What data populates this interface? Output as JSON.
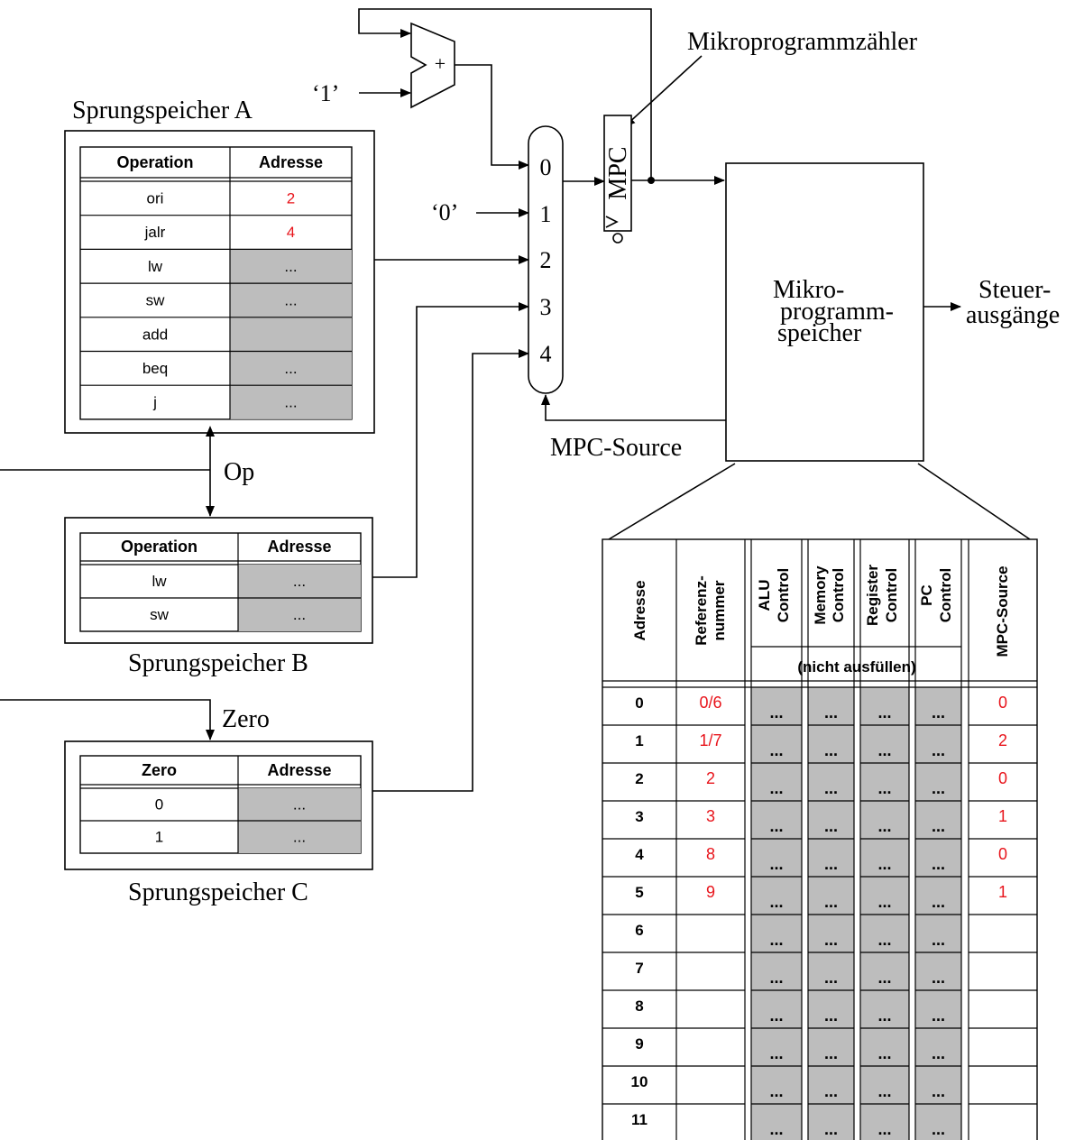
{
  "labels": {
    "mpc_counter": "Mikroprogrammzähler",
    "const_one": "‘1’",
    "const_zero": "‘0’",
    "adder": "+",
    "mpc": "MPC",
    "micro_store": [
      "Mikro-",
      "programm-",
      "speicher"
    ],
    "outputs": [
      "Steuer-",
      "ausgänge"
    ],
    "mpc_source": "MPC-Source",
    "op": "Op",
    "zero": "Zero",
    "mux_inputs": [
      "0",
      "1",
      "2",
      "3",
      "4"
    ]
  },
  "sprungspeicher_a": {
    "title": "Sprungspeicher A",
    "headers": [
      "Operation",
      "Adresse"
    ],
    "rows": [
      {
        "op": "ori",
        "addr": "2",
        "red": true,
        "gray": false
      },
      {
        "op": "jalr",
        "addr": "4",
        "red": true,
        "gray": false
      },
      {
        "op": "lw",
        "addr": "...",
        "red": false,
        "gray": true
      },
      {
        "op": "sw",
        "addr": "...",
        "red": false,
        "gray": true
      },
      {
        "op": "add",
        "addr": "",
        "red": false,
        "gray": true
      },
      {
        "op": "beq",
        "addr": "...",
        "red": false,
        "gray": true
      },
      {
        "op": "j",
        "addr": "...",
        "red": false,
        "gray": true
      }
    ]
  },
  "sprungspeicher_b": {
    "title": "Sprungspeicher B",
    "headers": [
      "Operation",
      "Adresse"
    ],
    "rows": [
      {
        "op": "lw",
        "addr": "..."
      },
      {
        "op": "sw",
        "addr": "..."
      }
    ]
  },
  "sprungspeicher_c": {
    "title": "Sprungspeicher C",
    "headers": [
      "Zero",
      "Adresse"
    ],
    "rows": [
      {
        "op": "0",
        "addr": "..."
      },
      {
        "op": "1",
        "addr": "..."
      }
    ]
  },
  "micro_table": {
    "col_adresse": "Adresse",
    "col_referenz": [
      "Referenz-",
      "nummer"
    ],
    "control_cols": [
      [
        "ALU",
        "Control"
      ],
      [
        "Memory",
        "Control"
      ],
      [
        "Register",
        "Control"
      ],
      [
        "PC",
        "Control"
      ]
    ],
    "col_mpc_source": "MPC-Source",
    "nicht_ausfuellen": "(nicht ausfüllen)",
    "cell_dots": "...",
    "rows": [
      {
        "addr": "0",
        "ref": "0/6",
        "src": "0"
      },
      {
        "addr": "1",
        "ref": "1/7",
        "src": "2"
      },
      {
        "addr": "2",
        "ref": "2",
        "src": "0"
      },
      {
        "addr": "3",
        "ref": "3",
        "src": "1"
      },
      {
        "addr": "4",
        "ref": "8",
        "src": "0"
      },
      {
        "addr": "5",
        "ref": "9",
        "src": "1"
      },
      {
        "addr": "6",
        "ref": "",
        "src": ""
      },
      {
        "addr": "7",
        "ref": "",
        "src": ""
      },
      {
        "addr": "8",
        "ref": "",
        "src": ""
      },
      {
        "addr": "9",
        "ref": "",
        "src": ""
      },
      {
        "addr": "10",
        "ref": "",
        "src": ""
      },
      {
        "addr": "11",
        "ref": "",
        "src": ""
      }
    ]
  }
}
